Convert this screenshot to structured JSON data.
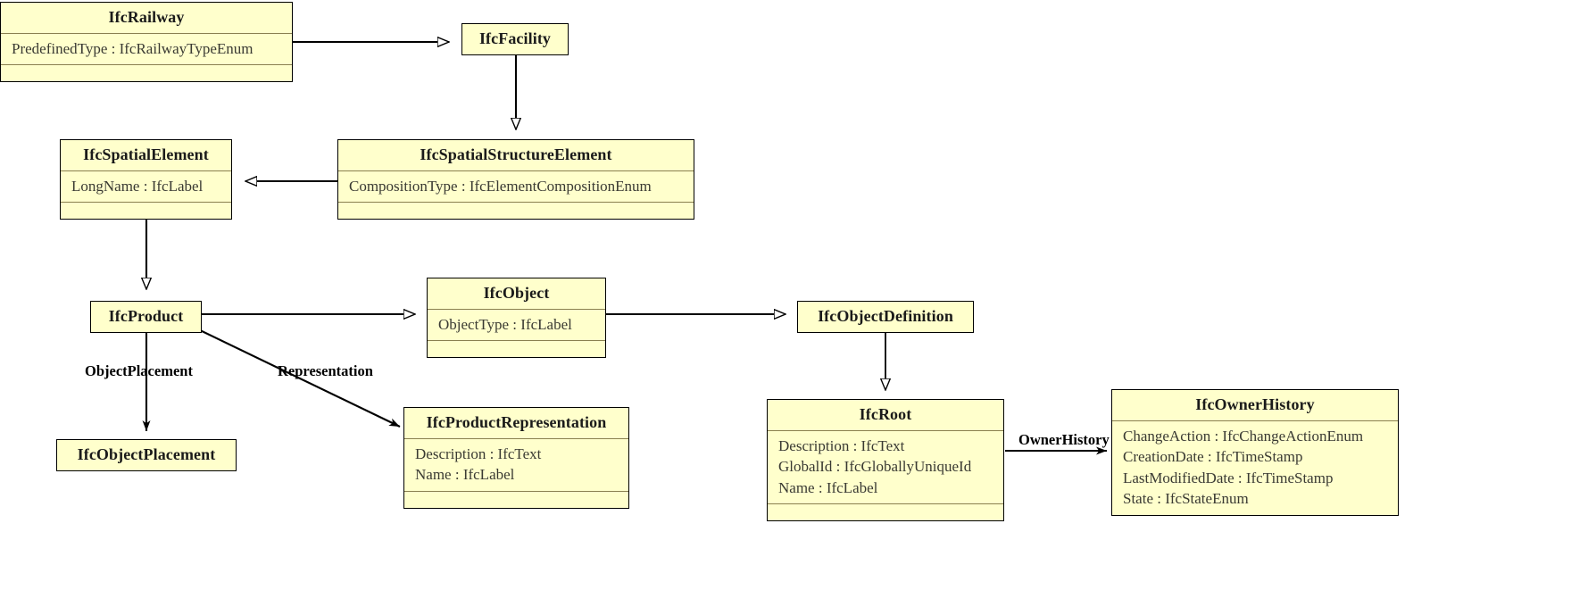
{
  "diagram": {
    "title": "IFC Railway inheritance and association diagram",
    "palette": {
      "class_fill": "#FFFFCC",
      "class_border": "#000000",
      "compartment_sep": "#8A8050",
      "edge_stroke": "#000000",
      "attr_text": "#3A3A33",
      "background": "#FFFFFF"
    },
    "classes": [
      {
        "id": "ifc-railway",
        "name": "IfcRailway",
        "attributes": [
          "PredefinedType : IfcRailwayTypeEnum"
        ],
        "has_empty_compartment": true
      },
      {
        "id": "ifc-facility",
        "name": "IfcFacility",
        "attributes": [],
        "has_empty_compartment": false
      },
      {
        "id": "ifc-spatial-element",
        "name": "IfcSpatialElement",
        "attributes": [
          "LongName : IfcLabel"
        ],
        "has_empty_compartment": true
      },
      {
        "id": "ifc-spatial-structure-element",
        "name": "IfcSpatialStructureElement",
        "attributes": [
          "CompositionType : IfcElementCompositionEnum"
        ],
        "has_empty_compartment": true
      },
      {
        "id": "ifc-product",
        "name": "IfcProduct",
        "attributes": [],
        "has_empty_compartment": false
      },
      {
        "id": "ifc-object",
        "name": "IfcObject",
        "attributes": [
          "ObjectType : IfcLabel"
        ],
        "has_empty_compartment": true
      },
      {
        "id": "ifc-object-definition",
        "name": "IfcObjectDefinition",
        "attributes": [],
        "has_empty_compartment": false
      },
      {
        "id": "ifc-object-placement",
        "name": "IfcObjectPlacement",
        "attributes": [],
        "has_empty_compartment": false
      },
      {
        "id": "ifc-product-representation",
        "name": "IfcProductRepresentation",
        "attributes": [
          "Description : IfcText",
          "Name : IfcLabel"
        ],
        "has_empty_compartment": true
      },
      {
        "id": "ifc-root",
        "name": "IfcRoot",
        "attributes": [
          "Description : IfcText",
          "GlobalId : IfcGloballyUniqueId",
          "Name : IfcLabel"
        ],
        "has_empty_compartment": true
      },
      {
        "id": "ifc-owner-history",
        "name": "IfcOwnerHistory",
        "attributes": [
          "ChangeAction : IfcChangeActionEnum",
          "CreationDate : IfcTimeStamp",
          "LastModifiedDate : IfcTimeStamp",
          "State : IfcStateEnum"
        ],
        "has_empty_compartment": false
      }
    ],
    "relations": [
      {
        "id": "rel-railway-facility",
        "from": "IfcRailway",
        "to": "IfcFacility",
        "kind": "generalization",
        "label": ""
      },
      {
        "id": "rel-facility-sse",
        "from": "IfcFacility",
        "to": "IfcSpatialStructureElement",
        "kind": "generalization",
        "label": ""
      },
      {
        "id": "rel-sse-spatialelement",
        "from": "IfcSpatialStructureElement",
        "to": "IfcSpatialElement",
        "kind": "generalization",
        "label": ""
      },
      {
        "id": "rel-spatialelement-product",
        "from": "IfcSpatialElement",
        "to": "IfcProduct",
        "kind": "generalization",
        "label": ""
      },
      {
        "id": "rel-product-object",
        "from": "IfcProduct",
        "to": "IfcObject",
        "kind": "generalization",
        "label": ""
      },
      {
        "id": "rel-object-objectdefinition",
        "from": "IfcObject",
        "to": "IfcObjectDefinition",
        "kind": "generalization",
        "label": ""
      },
      {
        "id": "rel-objectdefinition-root",
        "from": "IfcObjectDefinition",
        "to": "IfcRoot",
        "kind": "generalization",
        "label": ""
      },
      {
        "id": "rel-product-objectplacement",
        "from": "IfcProduct",
        "to": "IfcObjectPlacement",
        "kind": "association",
        "label": "ObjectPlacement"
      },
      {
        "id": "rel-product-productrepresentation",
        "from": "IfcProduct",
        "to": "IfcProductRepresentation",
        "kind": "association",
        "label": "Representation"
      },
      {
        "id": "rel-root-ownerhistory",
        "from": "IfcRoot",
        "to": "IfcOwnerHistory",
        "kind": "association",
        "label": "OwnerHistory"
      }
    ],
    "edge_labels": {
      "object_placement": "ObjectPlacement",
      "representation": "Representation",
      "owner_history": "OwnerHistory"
    }
  }
}
